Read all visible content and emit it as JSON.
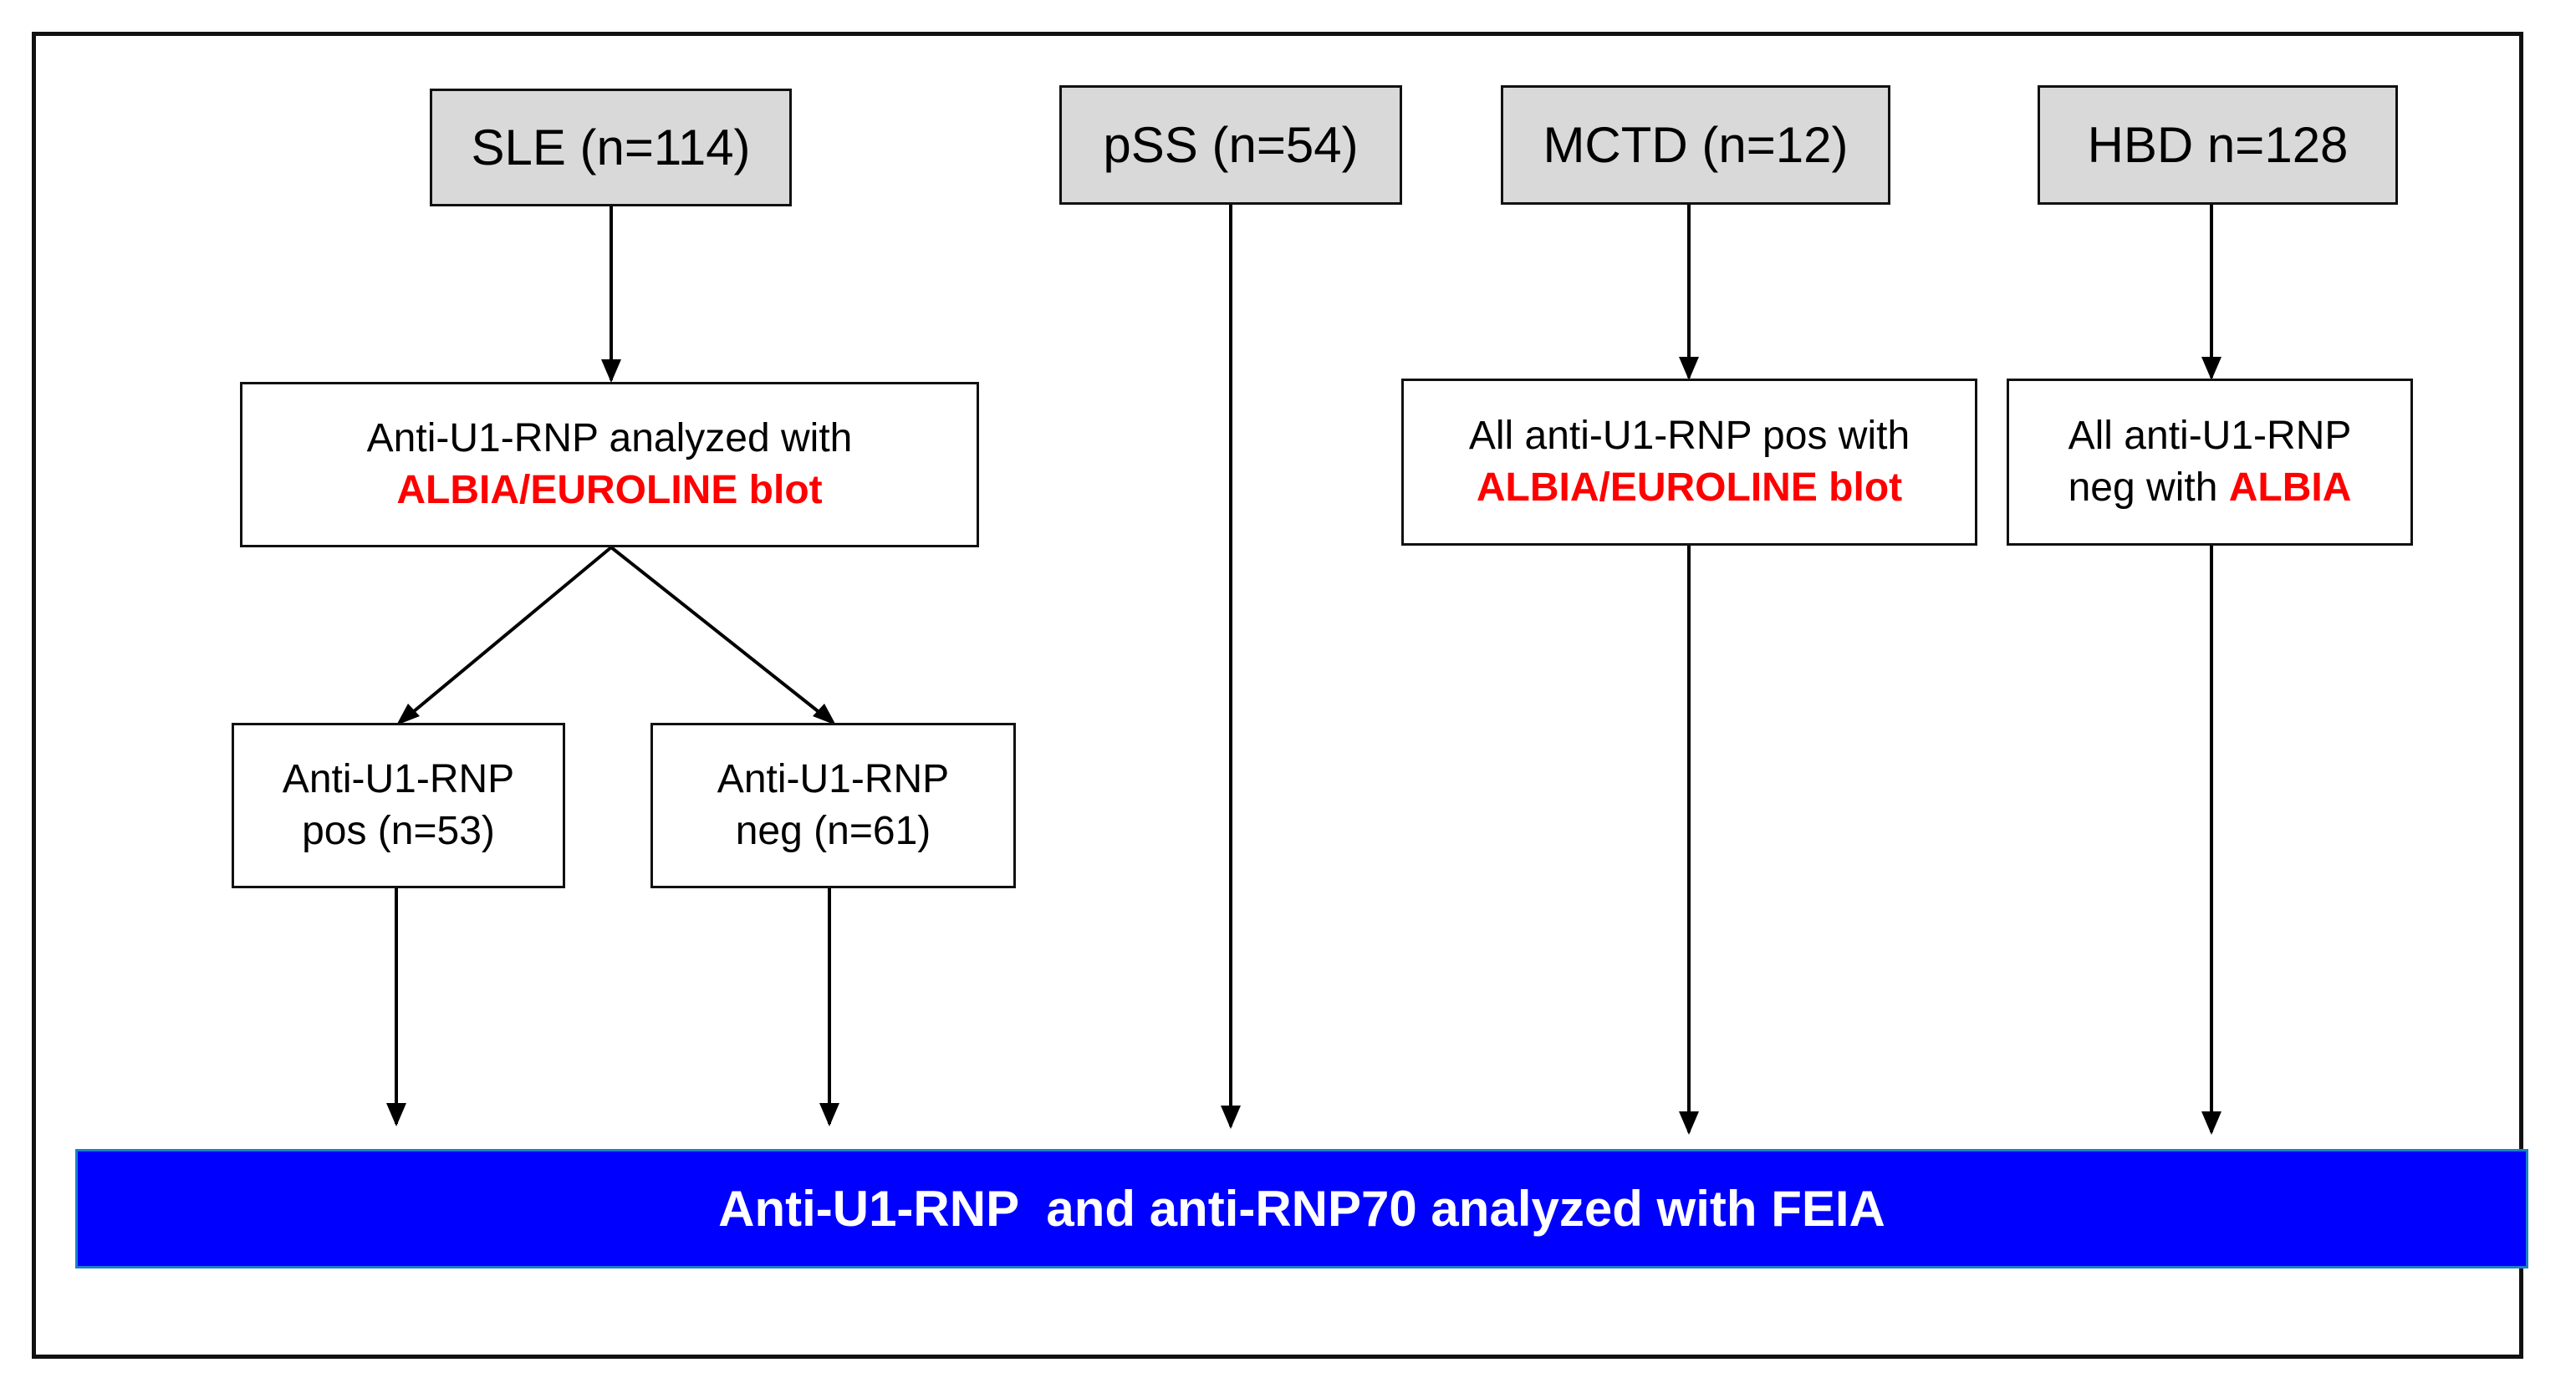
{
  "colors": {
    "group_fill": "#d9d9d9",
    "highlight_red": "#ff0000",
    "bar_blue": "#0000ff",
    "bar_text": "#ffffff",
    "line": "#000000"
  },
  "groups": {
    "sle": "SLE (n=114)",
    "pss": "pSS (n=54)",
    "mctd": "MCTD (n=12)",
    "hbd": "HBD n=128"
  },
  "sle_analysis": {
    "line1": "Anti-U1-RNP  analyzed  with",
    "line2": "ALBIA/EUROLINE blot"
  },
  "mctd_note": {
    "line1": "All  anti-U1-RNP  pos with",
    "line2": "ALBIA/EUROLINE blot"
  },
  "hbd_note": {
    "line1": "All anti-U1-RNP",
    "line2_prefix": "neg with ",
    "line2_highlight": "ALBIA"
  },
  "sle_pos": {
    "line1": "Anti-U1-RNP",
    "line2": "pos (n=53)"
  },
  "sle_neg": {
    "line1": "Anti-U1-RNP",
    "line2": "neg (n=61)"
  },
  "final_step": "Anti-U1-RNP  and anti-RNP70 analyzed with FEIA"
}
